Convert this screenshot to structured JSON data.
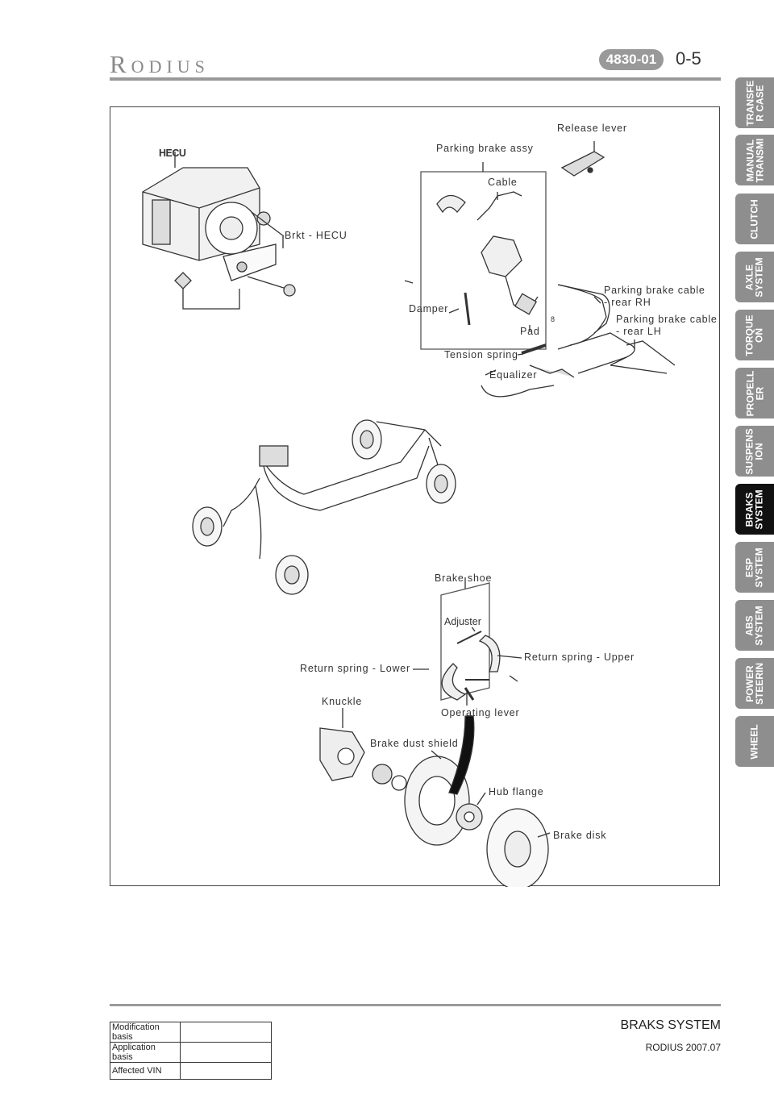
{
  "header": {
    "logo_text": "Rodius",
    "section_code": "4830-01",
    "page_number": "0-5"
  },
  "tabs": [
    {
      "label": "TRANSFE\nR CASE",
      "active": false
    },
    {
      "label": "MANUAL\nTRANSMI",
      "active": false
    },
    {
      "label": "CLUTCH",
      "active": false
    },
    {
      "label": "AXLE\nSYSTEM",
      "active": false
    },
    {
      "label": "TORQUE\nON",
      "active": false
    },
    {
      "label": "PROPELL\nER",
      "active": false
    },
    {
      "label": "SUSPENS\nION",
      "active": false
    },
    {
      "label": "BRAKS\nSYSTEM",
      "active": true
    },
    {
      "label": "ESP\nSYSTEM",
      "active": false
    },
    {
      "label": "ABS\nSYSTEM",
      "active": false
    },
    {
      "label": "POWER\nSTEERIN",
      "active": false
    },
    {
      "label": "WHEEL",
      "active": false
    }
  ],
  "labels": {
    "hecu": "HECU",
    "brkt_hecu": "Brkt - HECU",
    "release_lever": "Release lever",
    "parking_brake_assy": "Parking brake assy",
    "cable": "Cable",
    "damper": "Damper",
    "pad": "Pad",
    "pbc_rh": "Parking brake cable\n- rear RH",
    "pbc_lh": "Parking brake cable\n- rear LH",
    "tension_spring": "Tension spring",
    "equalizer": "Equalizer",
    "brake_shoe": "Brake shoe",
    "adjuster": "Adjuster",
    "return_spring_upper": "Return spring - Upper",
    "return_spring_lower": "Return spring - Lower",
    "knuckle": "Knuckle",
    "operating_lever": "Operating lever",
    "brake_dust_shield": "Brake dust shield",
    "hub_flange": "Hub flange",
    "brake_disk": "Brake disk",
    "small_8": "8"
  },
  "footer": {
    "section_title": "BRAKS SYSTEM",
    "model_date": "RODIUS 2007.07",
    "table": [
      {
        "key": "Modification basis",
        "value": ""
      },
      {
        "key": "Application basis",
        "value": ""
      },
      {
        "key": "Affected VIN",
        "value": ""
      }
    ]
  },
  "colors": {
    "tab_bg": "#8e8e8e",
    "tab_active_bg": "#111111",
    "badge_bg": "#999999",
    "rule": "#999999"
  }
}
